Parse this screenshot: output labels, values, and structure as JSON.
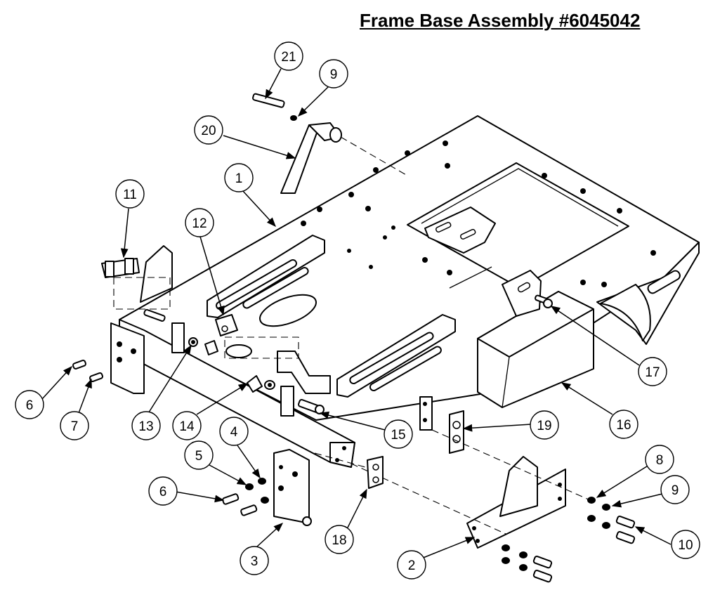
{
  "title": "Frame Base Assembly #6045042",
  "callouts": [
    "21",
    "9",
    "20",
    "1",
    "11",
    "12",
    "6",
    "7",
    "13",
    "14",
    "15",
    "17",
    "16",
    "19",
    "4",
    "5",
    "6",
    "3",
    "18",
    "2",
    "8",
    "9",
    "10"
  ]
}
